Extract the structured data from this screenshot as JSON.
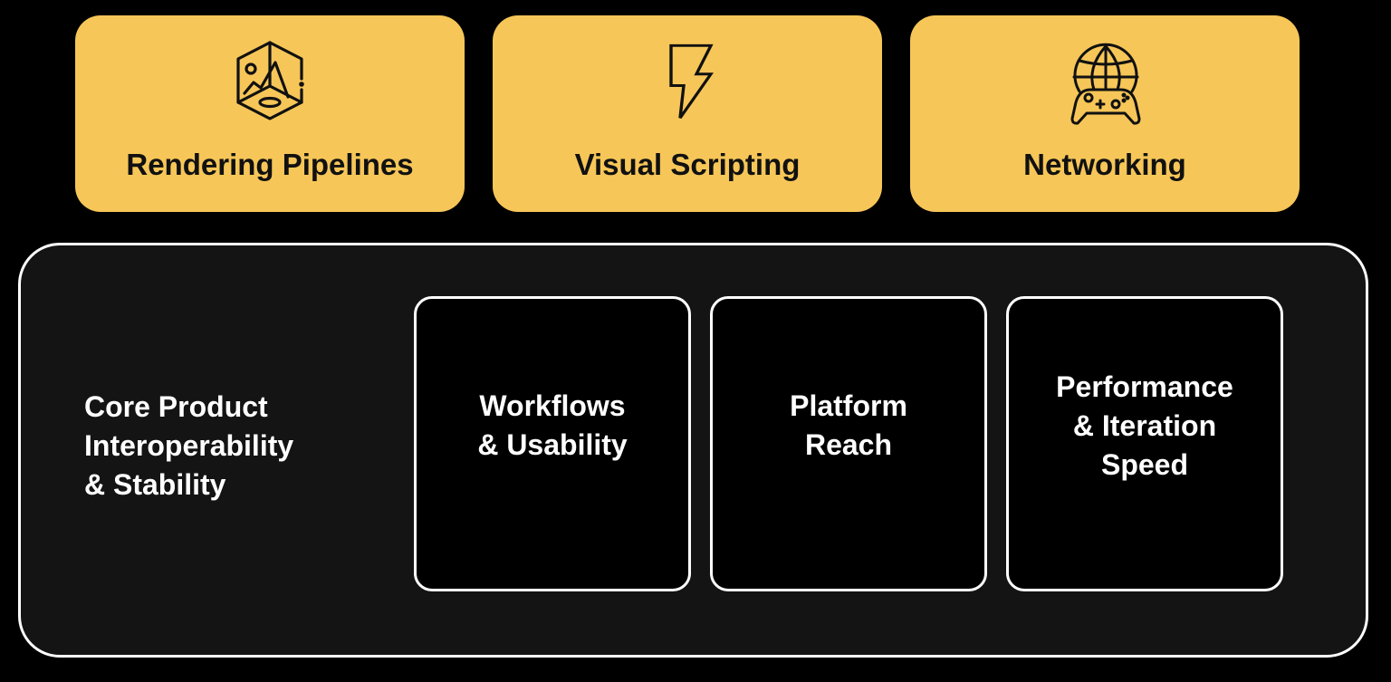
{
  "top_cards": [
    {
      "label": "Rendering Pipelines",
      "icon": "3d-cube-scene-icon"
    },
    {
      "label": "Visual Scripting",
      "icon": "lightning-bolt-icon"
    },
    {
      "label": "Networking",
      "icon": "globe-gamepad-icon"
    }
  ],
  "core": {
    "lines": [
      "Core Product",
      "Interoperability",
      "& Stability"
    ]
  },
  "pillars": [
    {
      "lines": [
        "Workflows",
        "& Usability"
      ]
    },
    {
      "lines": [
        "Platform",
        "Reach"
      ]
    },
    {
      "lines": [
        "Performance",
        "& Iteration",
        "Speed"
      ]
    }
  ],
  "colors": {
    "card_yellow": "#F6C658",
    "container_bg": "#141414",
    "border": "#FFFFFF",
    "page_bg": "#000000"
  }
}
